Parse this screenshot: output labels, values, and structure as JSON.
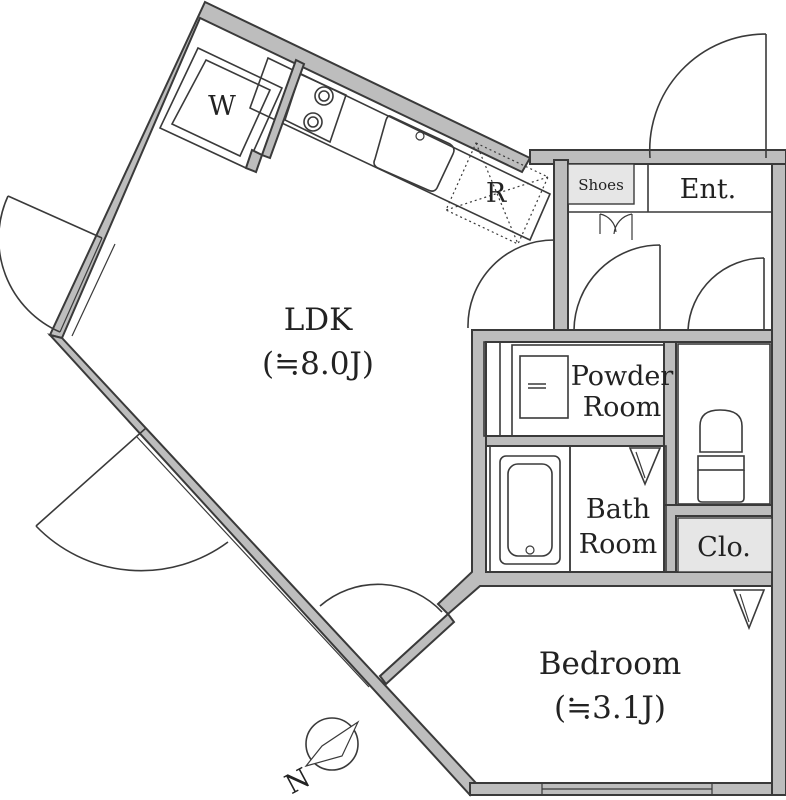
{
  "rooms": {
    "ldk": {
      "name": "LDK",
      "size": "(≒8.0J)"
    },
    "bedroom": {
      "name": "Bedroom",
      "size": "(≒3.1J)"
    },
    "powder_room": {
      "line1": "Powder",
      "line2": "Room"
    },
    "bath_room": {
      "line1": "Bath",
      "line2": "Room"
    },
    "entrance": "Ent.",
    "shoes": "Shoes",
    "closet": "Clo."
  },
  "fixtures": {
    "washer": "W",
    "refrigerator": "R"
  },
  "compass": {
    "label": "N"
  },
  "colors": {
    "wall": "#bdbdbd",
    "outline": "#3a3a3a",
    "storage": "#e6e6e6"
  }
}
